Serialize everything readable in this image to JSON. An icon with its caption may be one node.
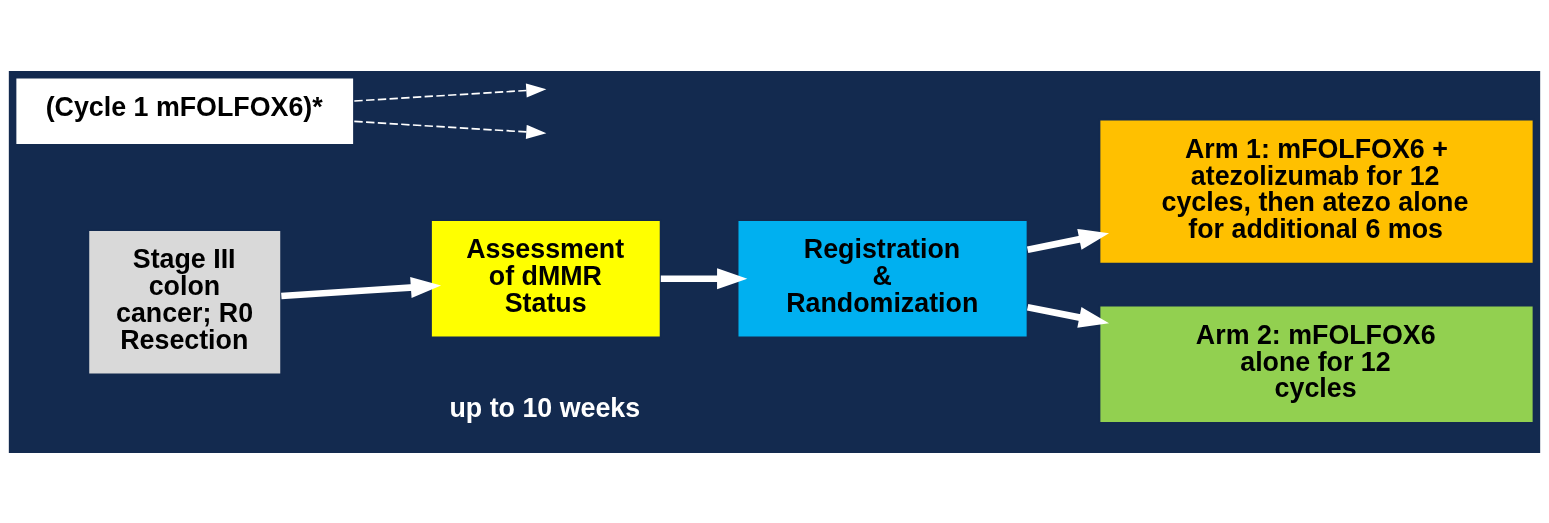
{
  "diagram": {
    "nodes": [
      {
        "text": [
          "Stage III colon cancer; R0 Resection"
        ]
      },
      {
        "text": [
          "(Cycle 1 mFOLFOX6)*"
        ]
      },
      {
        "text": [
          "Assessment of dMMR Status"
        ]
      },
      {
        "text": [
          "Registration & Randomization"
        ]
      },
      {
        "text": [
          "Arm 1: mFOLFOX6 + atezolizumab for 12 cycles, then atezo alone for additional 6 mos"
        ]
      },
      {
        "text": [
          "Arm 2: mFOLFOX6 alone for 12 cycles"
        ]
      }
    ],
    "edges": [
      {
        "from": 0,
        "to": 2,
        "arrow": "to"
      },
      {
        "from": 1,
        "to": null,
        "arrow": "to",
        "style": "dashed"
      },
      {
        "from": 1,
        "to": null,
        "arrow": "to",
        "style": "dashed"
      },
      {
        "from": 2,
        "to": 3,
        "arrow": "to"
      },
      {
        "from": 3,
        "to": 4,
        "arrow": "to"
      },
      {
        "from": 3,
        "to": 5,
        "arrow": "to"
      }
    ],
    "labels": [
      "up to 10 weeks"
    ]
  }
}
